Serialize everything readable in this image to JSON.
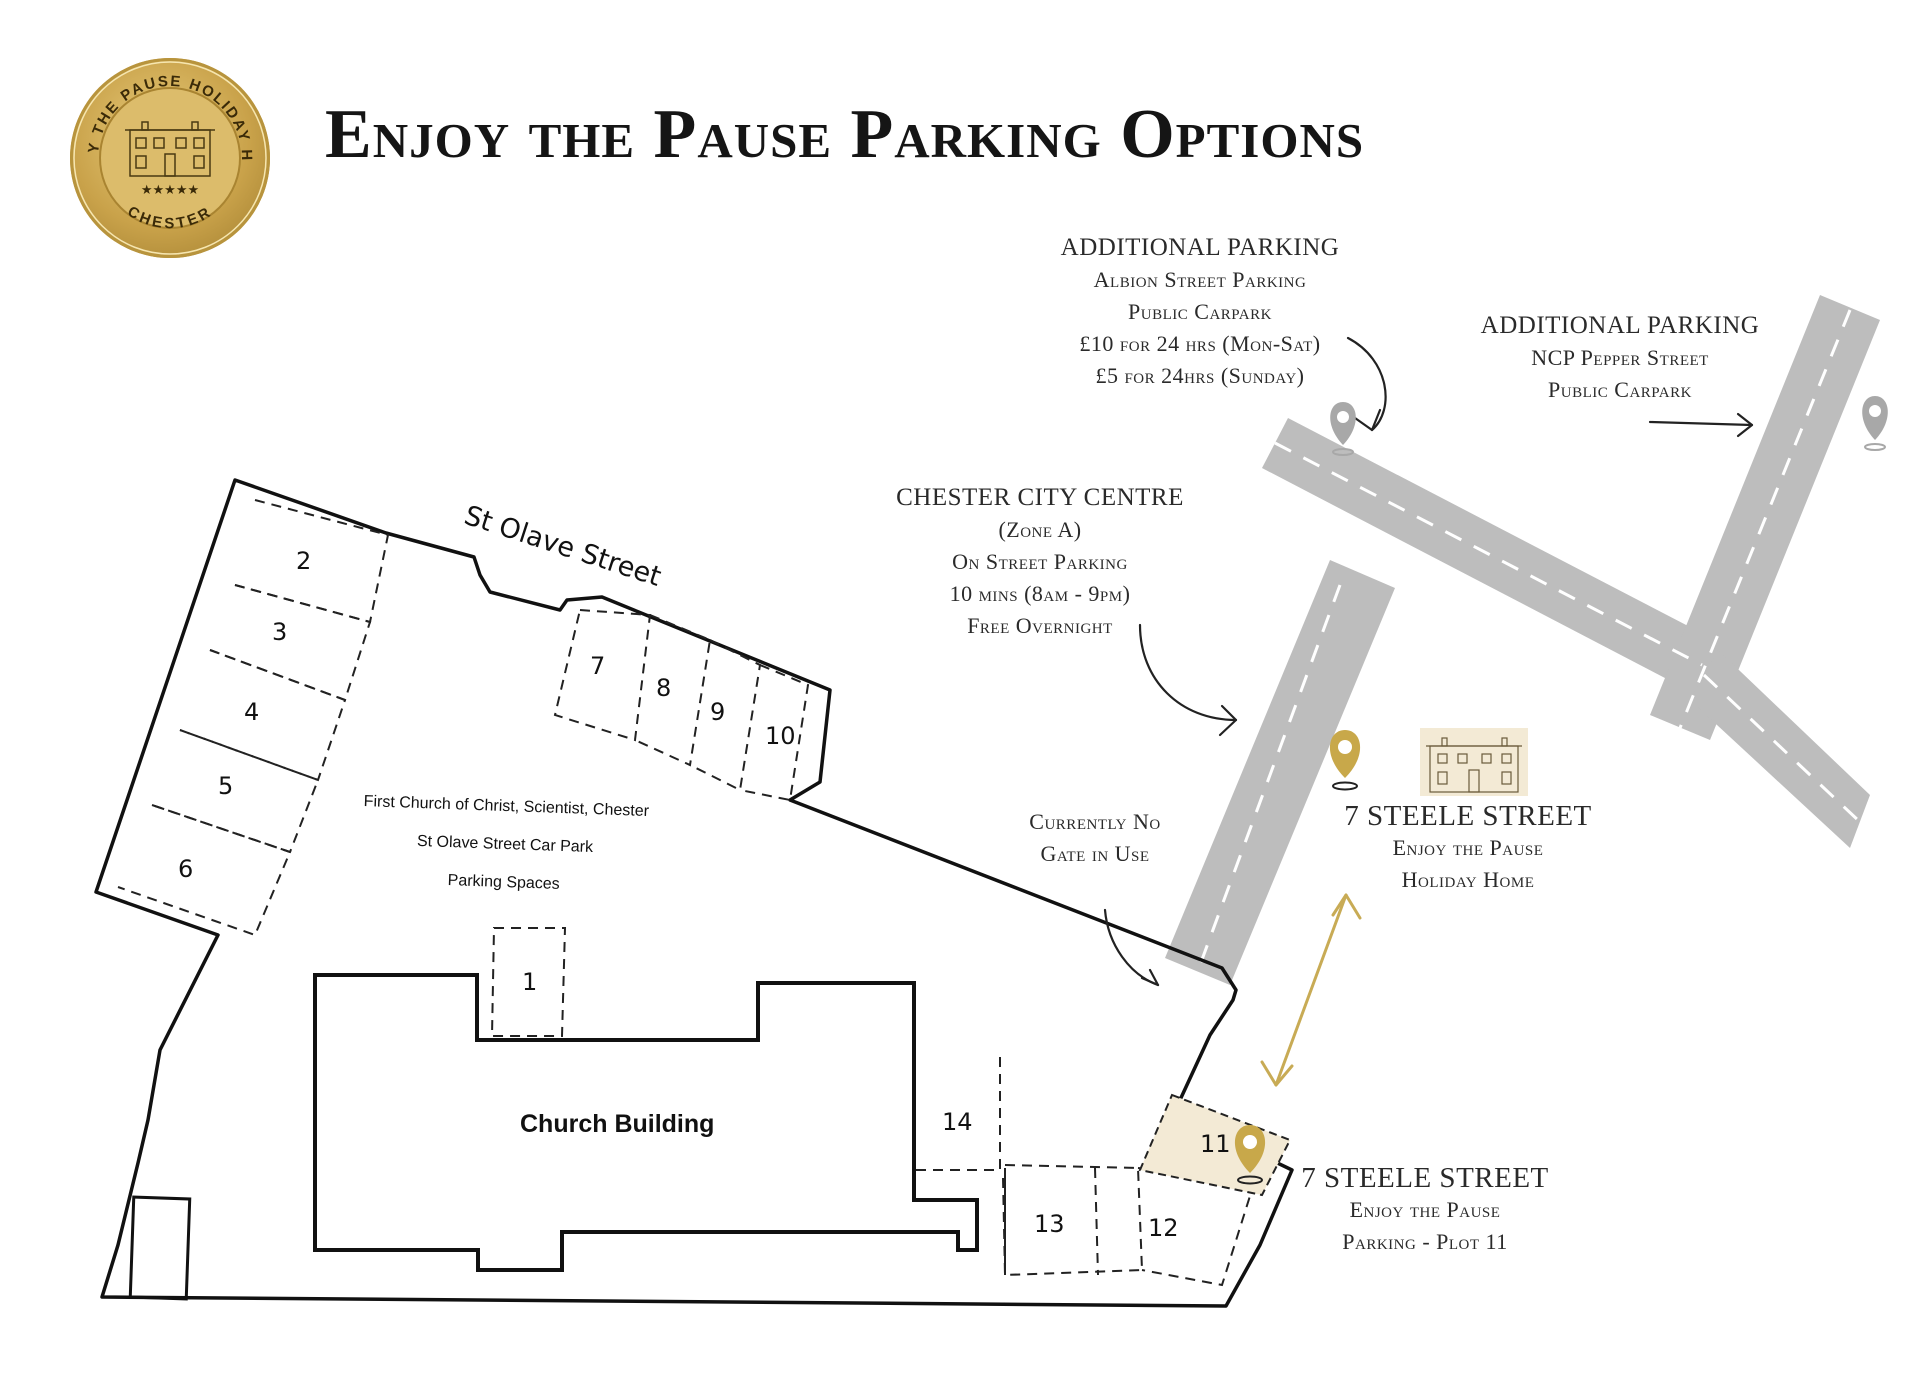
{
  "page": {
    "title": "Enjoy the Pause Parking Options"
  },
  "logo": {
    "ring_top_text": "ENJOY THE PAUSE HOLIDAY HOME",
    "ring_bottom_text": "CHESTER",
    "stars": "★★★★★",
    "gold": "#c9a24a"
  },
  "albion_parking": {
    "heading": "ADDITIONAL PARKING",
    "lines": [
      "Albion Street Parking",
      "Public Carpark",
      "£10 for 24 hrs (Mon-Sat)",
      "£5 for 24hrs (Sunday)"
    ]
  },
  "ncp_parking": {
    "heading": "ADDITIONAL PARKING",
    "lines": [
      "NCP Pepper Street",
      "Public Carpark"
    ]
  },
  "city_centre": {
    "heading": "CHESTER CITY CENTRE",
    "lines": [
      "(Zone A)",
      "On Street Parking",
      "10 mins (8am - 9pm)",
      "Free Overnight"
    ]
  },
  "gate_note": {
    "lines": [
      "Currently No",
      "Gate in Use"
    ]
  },
  "holiday_home": {
    "heading": "7 STEELE STREET",
    "lines": [
      "Enjoy the Pause",
      "Holiday Home"
    ]
  },
  "parking_plot": {
    "heading": "7 STEELE STREET",
    "lines": [
      "Enjoy the Pause",
      "Parking - Plot 11"
    ]
  },
  "car_park": {
    "street_name": "St Olave Street",
    "caption": [
      "First Church of Christ, Scientist, Chester",
      "St Olave Street Car Park",
      "Parking Spaces"
    ],
    "building": "Church Building",
    "spaces": [
      "1",
      "2",
      "3",
      "4",
      "5",
      "6",
      "7",
      "8",
      "9",
      "10",
      "11",
      "12",
      "13",
      "14"
    ],
    "highlight_space": "11"
  },
  "colors": {
    "road": "#bdbdbd",
    "road_marking": "#ffffff",
    "pin_gold": "#c8a84a",
    "pin_grey": "#a8a8a8",
    "highlight_fill": "#f3ead5",
    "arrow_gold": "#c8ab55"
  }
}
